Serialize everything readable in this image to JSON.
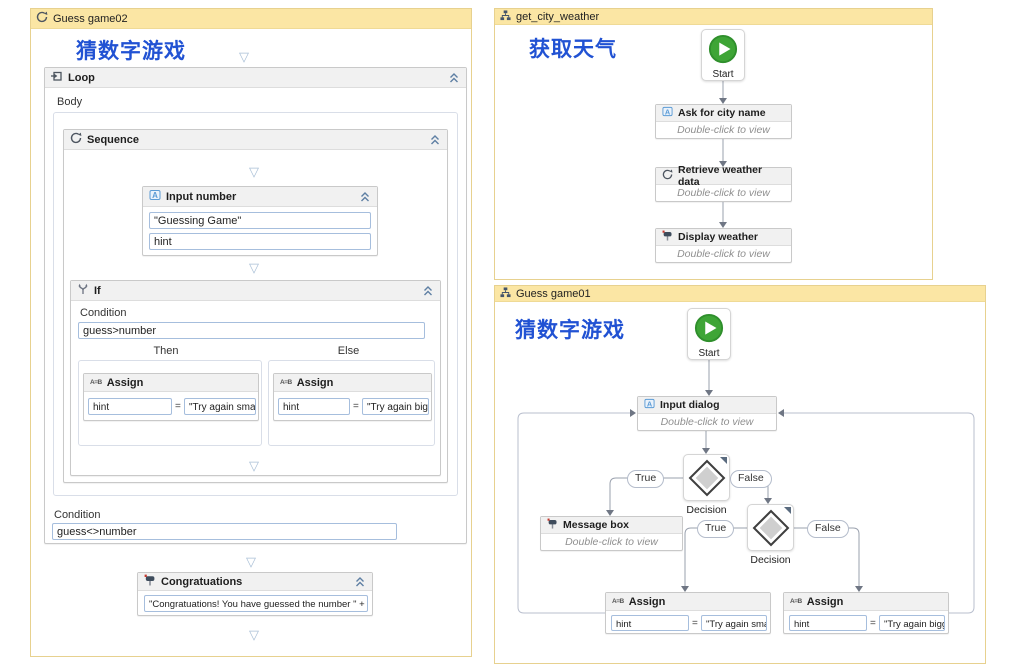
{
  "icons": {
    "assign_text": "A=B"
  },
  "colors": {
    "panel_yellow": "#FBE6A4",
    "panel_border": "#E7D18F",
    "heading_blue": "#2152D3",
    "start_green": "#3EA536",
    "field_border": "#A6BEDD",
    "wire_gray": "#9AA1AE"
  },
  "game02": {
    "title": "Guess game02",
    "heading": "猜数字游戏",
    "loop_label": "Loop",
    "body_label": "Body",
    "sequence_label": "Sequence",
    "input_number": {
      "label": "Input number",
      "title_value": "\"Guessing Game\"",
      "hint_value": "hint"
    },
    "if_block": {
      "label": "If",
      "condition_label": "Condition",
      "condition": "guess>number",
      "then_label": "Then",
      "else_label": "Else"
    },
    "assign_then": {
      "label": "Assign",
      "to": "hint",
      "eq": "=",
      "value": "\"Try again smaller!"
    },
    "assign_else": {
      "label": "Assign",
      "to": "hint",
      "eq": "=",
      "value": "\"Try again bigger!\""
    },
    "loop_condition_label": "Condition",
    "loop_condition": "guess<>number",
    "congrats": {
      "label": "Congratuations",
      "value": "\"Congratuations! You have guessed the number \" + nu"
    }
  },
  "weather": {
    "title": "get_city_weather",
    "heading": "获取天气",
    "start_label": "Start",
    "ask": {
      "label": "Ask for city name",
      "body": "Double-click to view"
    },
    "retrieve": {
      "label": "Retrieve weather data",
      "body": "Double-click to view"
    },
    "display": {
      "label": "Display weather",
      "body": "Double-click to view"
    }
  },
  "game01": {
    "title": "Guess game01",
    "heading": "猜数字游戏",
    "start_label": "Start",
    "input_dialog": {
      "label": "Input dialog",
      "body": "Double-click to view"
    },
    "decision1": {
      "label": "Decision",
      "true_label": "True",
      "false_label": "False"
    },
    "decision2": {
      "label": "Decision",
      "true_label": "True",
      "false_label": "False"
    },
    "message_box": {
      "label": "Message box",
      "body": "Double-click to view"
    },
    "assign_left": {
      "label": "Assign",
      "to": "hint",
      "eq": "=",
      "value": "\"Try again smaller!"
    },
    "assign_right": {
      "label": "Assign",
      "to": "hint",
      "eq": "=",
      "value": "\"Try again bigger!\""
    }
  }
}
